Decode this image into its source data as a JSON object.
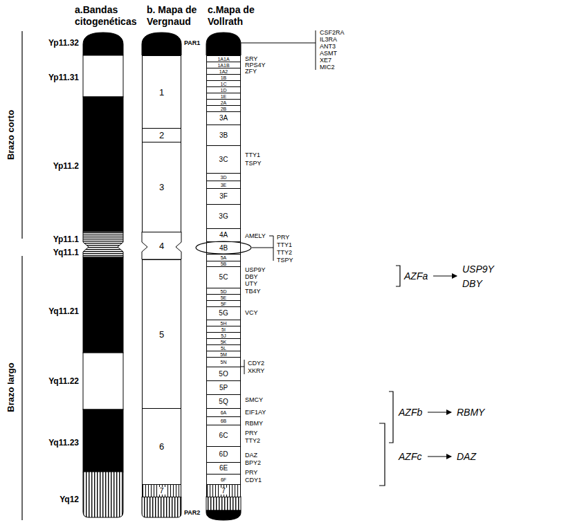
{
  "diagram": {
    "nodes": [
      {
        "text": [
          "1"
        ]
      },
      {
        "text": [
          "2"
        ]
      },
      {
        "text": [
          "3"
        ]
      },
      {
        "text": [
          "4"
        ]
      },
      {
        "text": [
          "5"
        ]
      },
      {
        "text": [
          "6"
        ]
      },
      {
        "text": [
          "7"
        ]
      },
      {
        "text": [
          "1A1A"
        ]
      },
      {
        "text": [
          "1A1B"
        ]
      },
      {
        "text": [
          "1A2"
        ]
      },
      {
        "text": [
          "1B"
        ]
      },
      {
        "text": [
          "1C"
        ]
      },
      {
        "text": [
          "1D"
        ]
      },
      {
        "text": [
          "1E"
        ]
      },
      {
        "text": [
          "2A"
        ]
      },
      {
        "text": [
          "2B"
        ]
      },
      {
        "text": [
          "3A"
        ]
      },
      {
        "text": [
          "3B"
        ]
      },
      {
        "text": [
          "3C"
        ]
      },
      {
        "text": [
          "3D"
        ]
      },
      {
        "text": [
          "3E"
        ]
      },
      {
        "text": [
          "3F"
        ]
      },
      {
        "text": [
          "3G"
        ]
      },
      {
        "text": [
          "4A"
        ]
      },
      {
        "text": [
          "4B"
        ]
      },
      {
        "text": [
          "5A"
        ]
      },
      {
        "text": [
          "5B"
        ]
      },
      {
        "text": [
          "5C"
        ]
      },
      {
        "text": [
          "5D"
        ]
      },
      {
        "text": [
          "5E"
        ]
      },
      {
        "text": [
          "5F"
        ]
      },
      {
        "text": [
          "5G"
        ]
      },
      {
        "text": [
          "5H"
        ]
      },
      {
        "text": [
          "5I"
        ]
      },
      {
        "text": [
          "5J"
        ]
      },
      {
        "text": [
          "5K"
        ]
      },
      {
        "text": [
          "5L"
        ]
      },
      {
        "text": [
          "5M"
        ]
      },
      {
        "text": [
          "5N"
        ]
      },
      {
        "text": [
          "5O"
        ]
      },
      {
        "text": [
          "5P"
        ]
      },
      {
        "text": [
          "5Q"
        ]
      },
      {
        "text": [
          "6A"
        ]
      },
      {
        "text": [
          "6B"
        ]
      },
      {
        "text": [
          "6C"
        ]
      },
      {
        "text": [
          "6D"
        ]
      },
      {
        "text": [
          "6E"
        ]
      },
      {
        "text": [
          "6F"
        ]
      },
      {
        "text": [
          "7"
        ]
      }
    ],
    "labels": [
      "a.Bandas citogenéticas",
      "b. Mapa de Vergnaud",
      "c.Mapa de Vollrath",
      "Brazo corto",
      "Brazo largo",
      "Yp11.32",
      "Yp11.31",
      "Yp11.2",
      "Yp11.1",
      "Yq11.1",
      "Yq11.21",
      "Yq11.22",
      "Yq11.23",
      "Yq12",
      "PAR1",
      "PAR2",
      "CSF2RA",
      "IL3RA",
      "ANT3",
      "ASMT",
      "XE7",
      "MIC2",
      "SRY",
      "RPS4Y",
      "ZFY",
      "TTY1",
      "TSPY",
      "AMELY",
      "PRY",
      "TTY1",
      "TTY2",
      "TSPY",
      "USP9Y",
      "DBY",
      "UTY",
      "TB4Y",
      "VCY",
      "CDY2",
      "XKRY",
      "SMCY",
      "EIF1AY",
      "RBMY",
      "PRY",
      "TTY2",
      "DAZ",
      "BPY2",
      "PRY",
      "CDY1",
      "AZFa",
      "USP9Y",
      "DBY",
      "AZFb",
      "RBMY",
      "AZFc",
      "DAZ"
    ]
  }
}
